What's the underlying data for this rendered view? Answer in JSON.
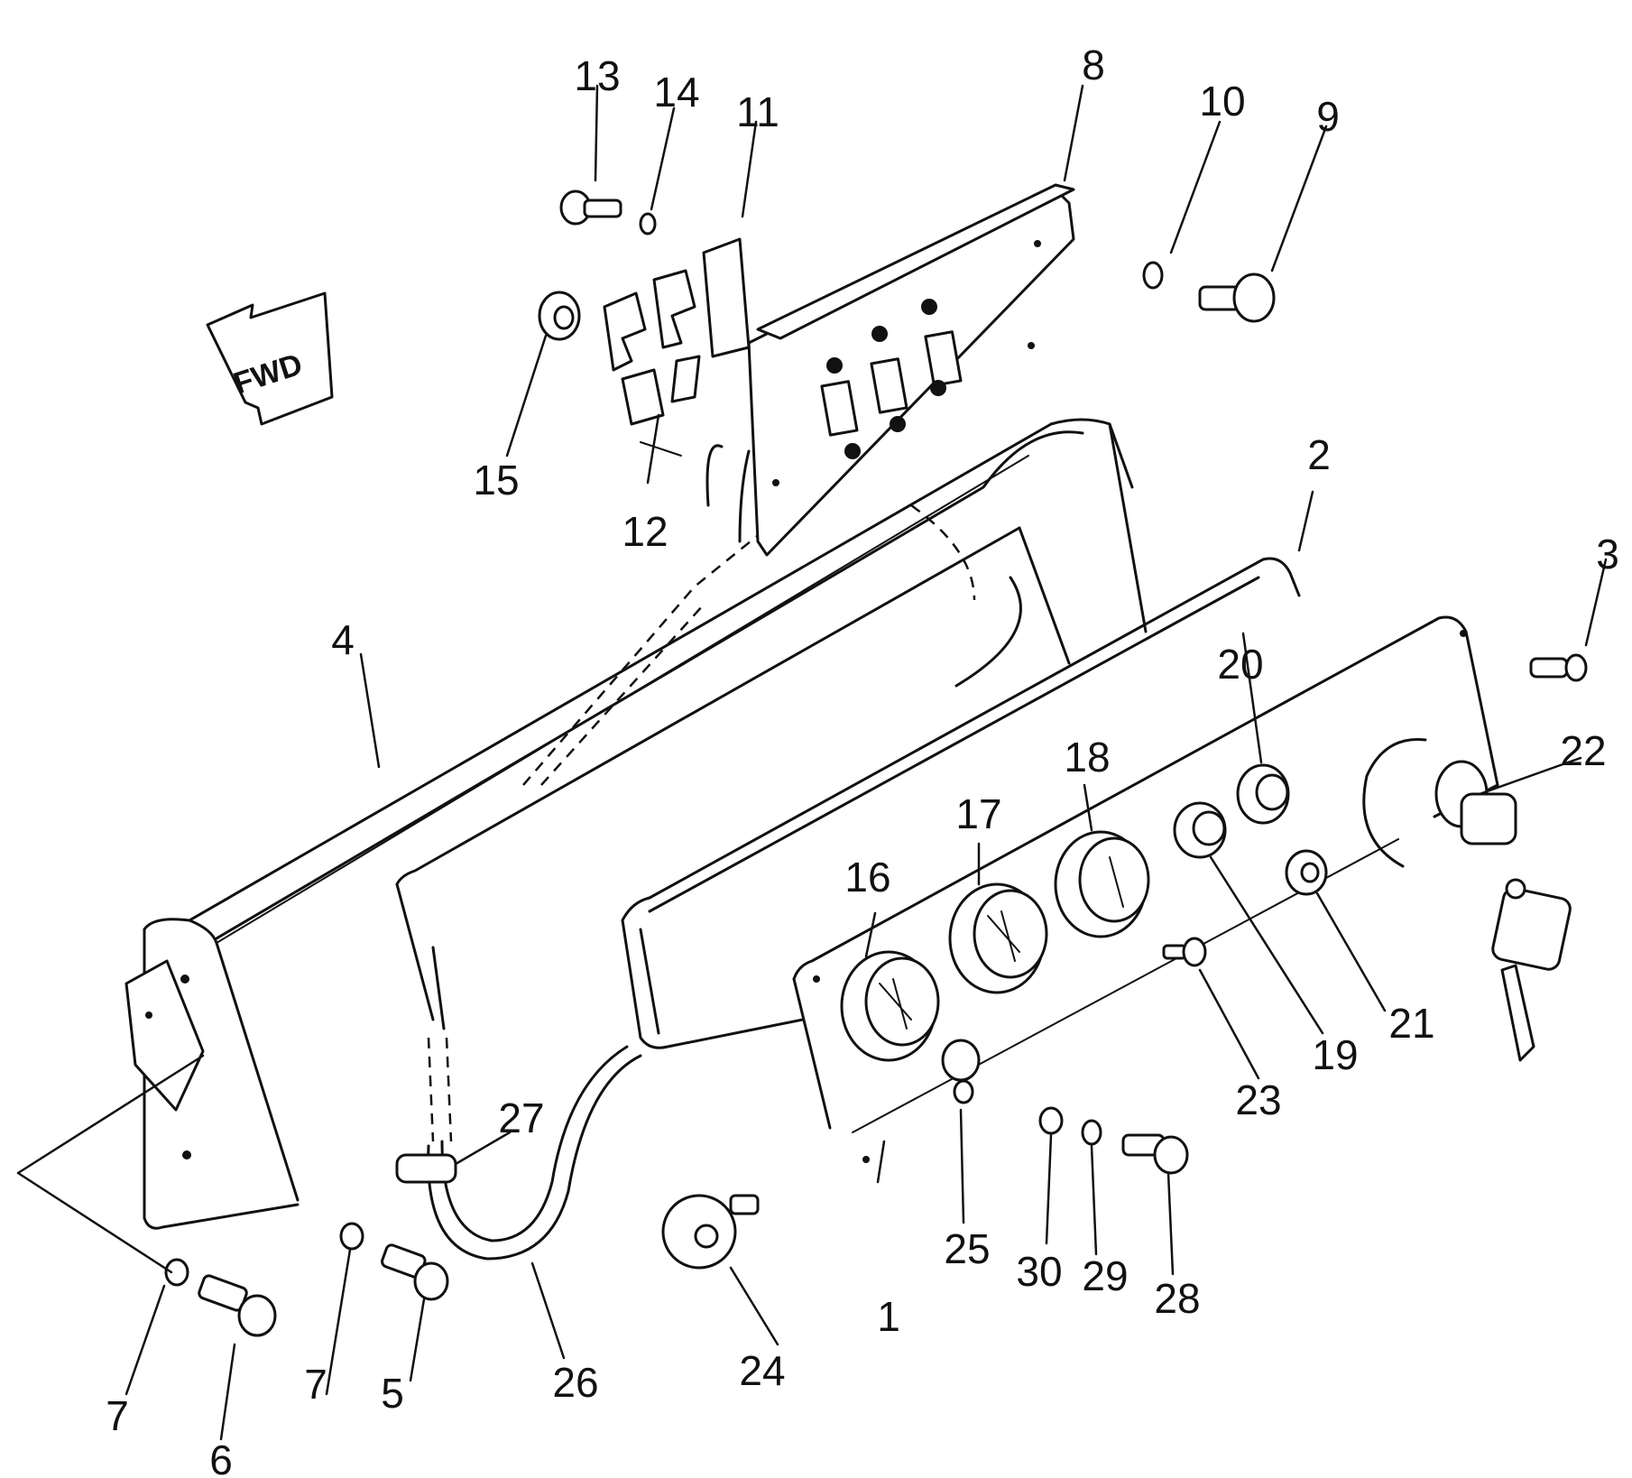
{
  "fwd_label": "FWD",
  "callouts": [
    {
      "id": "c1",
      "num": "1"
    },
    {
      "id": "c2",
      "num": "2"
    },
    {
      "id": "c3",
      "num": "3"
    },
    {
      "id": "c4",
      "num": "4"
    },
    {
      "id": "c5",
      "num": "5"
    },
    {
      "id": "c6",
      "num": "6"
    },
    {
      "id": "c7a",
      "num": "7"
    },
    {
      "id": "c7b",
      "num": "7"
    },
    {
      "id": "c8",
      "num": "8"
    },
    {
      "id": "c9",
      "num": "9"
    },
    {
      "id": "c10",
      "num": "10"
    },
    {
      "id": "c11",
      "num": "11"
    },
    {
      "id": "c12",
      "num": "12"
    },
    {
      "id": "c13",
      "num": "13"
    },
    {
      "id": "c14",
      "num": "14"
    },
    {
      "id": "c15",
      "num": "15"
    },
    {
      "id": "c16",
      "num": "16"
    },
    {
      "id": "c17",
      "num": "17"
    },
    {
      "id": "c18",
      "num": "18"
    },
    {
      "id": "c19",
      "num": "19"
    },
    {
      "id": "c20",
      "num": "20"
    },
    {
      "id": "c21",
      "num": "21"
    },
    {
      "id": "c22",
      "num": "22"
    },
    {
      "id": "c23",
      "num": "23"
    },
    {
      "id": "c24",
      "num": "24"
    },
    {
      "id": "c25",
      "num": "25"
    },
    {
      "id": "c26",
      "num": "26"
    },
    {
      "id": "c27",
      "num": "27"
    },
    {
      "id": "c28",
      "num": "28"
    },
    {
      "id": "c29",
      "num": "29"
    },
    {
      "id": "c30",
      "num": "30"
    }
  ]
}
